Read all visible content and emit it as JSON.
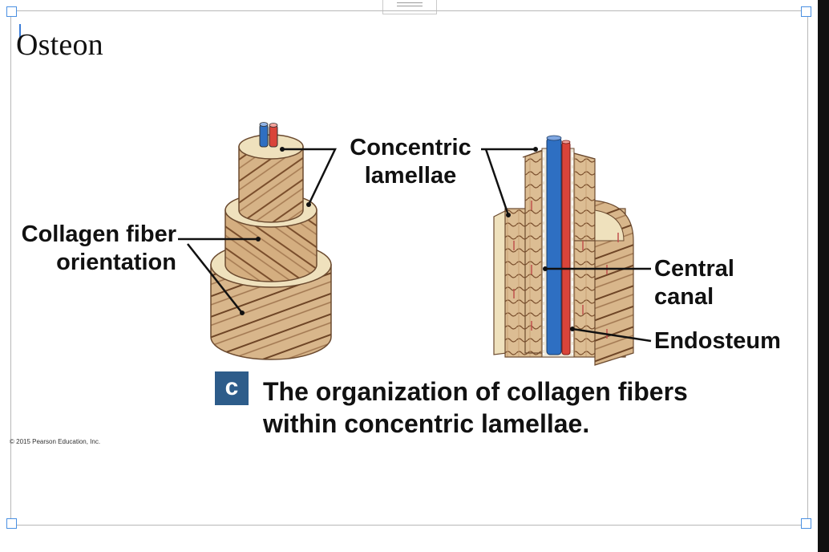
{
  "slide": {
    "title": "Osteon",
    "copyright": "© 2015 Pearson Education, Inc."
  },
  "labels": {
    "concentric_lamellae": [
      "Concentric",
      "lamellae"
    ],
    "collagen_fiber_orientation": [
      "Collagen fiber",
      "orientation"
    ],
    "central_canal": [
      "Central",
      "canal"
    ],
    "endosteum": "Endosteum"
  },
  "caption": {
    "badge": "c",
    "lines": [
      "The organization of collagen fibers",
      "within concentric lamellae."
    ]
  },
  "colors": {
    "bone": "#d9b88f",
    "bone_light": "#efe1bd",
    "fiber": "#7a4e2c",
    "artery": "#d9443a",
    "vein": "#2e6fc2",
    "badge": "#2d5c8a",
    "selection": "#4a90e2"
  }
}
